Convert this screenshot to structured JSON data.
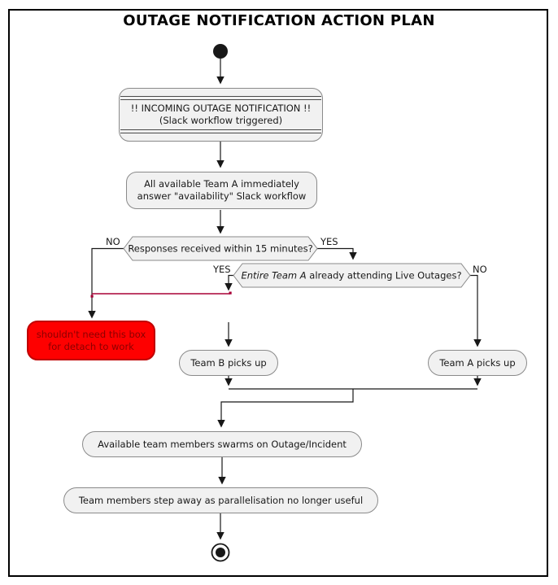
{
  "title": "OUTAGE NOTIFICATION ACTION PLAN",
  "colors": {
    "node_fill": "#f1f1f1",
    "node_border": "#8a8a8a",
    "line": "#181818",
    "frame": "#000000",
    "detach_line_red": "#a80036",
    "alert_fill": "#fe0000",
    "alert_border": "#c00000",
    "alert_text": "#8b0000"
  },
  "nodes": {
    "start": {
      "name": "start"
    },
    "incoming": {
      "line1": "!! INCOMING OUTAGE NOTIFICATION !!",
      "line2": "(Slack workflow triggered)"
    },
    "availability": {
      "line1": "All available Team A immediately",
      "line2": "answer \"availability\" Slack workflow"
    },
    "decision1": {
      "label": "Responses received within 15 minutes?",
      "no_label": "NO",
      "yes_label": "YES"
    },
    "decision2": {
      "label_italic": "Entire Team A",
      "label_rest": " already attending Live Outages?",
      "yes_label": "YES",
      "no_label": "NO"
    },
    "detach_note": {
      "line1": "shouldn't need this box",
      "line2": "for detach to work"
    },
    "team_b": {
      "label": "Team B picks up"
    },
    "team_a": {
      "label": "Team A picks up"
    },
    "swarm": {
      "label": "Available team members swarms on Outage/Incident"
    },
    "step_away": {
      "label": "Team members step away as parallelisation no longer useful"
    },
    "end": {
      "name": "end"
    }
  }
}
